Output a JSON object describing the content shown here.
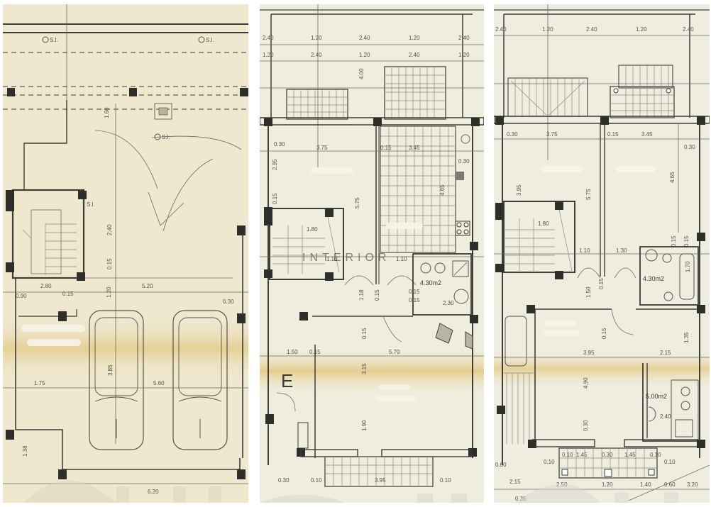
{
  "figure": {
    "type": "architectural floor plans",
    "panels": [
      {
        "id": "ground-floor",
        "description": "Ground floor / parking with staircase and two car spaces",
        "background": "#efe8cf",
        "symbols": {
          "si_1": "S.I.",
          "si_2": "S.I.",
          "si_3": "S.I.",
          "si_4": "S.I."
        },
        "dimensions": {
          "d_160": "1.60",
          "d_240": "2.40",
          "d_215": "0.15",
          "d_120": "1.20",
          "d_520": "5.20",
          "d_280": "2.80",
          "d_090": "0.90",
          "d_015": "0.15",
          "d_030": "0.30",
          "d_175": "1.75",
          "d_560": "5.60",
          "d_385": "3.85",
          "d_138": "1.38",
          "d_620": "6.20"
        }
      },
      {
        "id": "first-floor",
        "description": "First floor plan with kitchen, living room, WC and balconies",
        "background": "#efeddd",
        "dimensions": {
          "top_row1": [
            "2.40",
            "1.20",
            "2.40",
            "1.20",
            "2.40"
          ],
          "top_row2": [
            "1.20",
            "2.40",
            "1.20",
            "2.40",
            "1.20"
          ],
          "d_400": "4.00",
          "d_030a": "0.30",
          "d_375": "3.75",
          "d_015a": "0.15",
          "d_345": "3.45",
          "d_030b": "0.30",
          "d_295": "2.95",
          "d_465": "4.65",
          "d_015b": "0.15",
          "d_575": "5.75",
          "d_180": "1.80",
          "d_110": "1.10",
          "d_110b": "1.10",
          "d_015c": "0.15",
          "d_118": "1.18",
          "d_015d": "0.15",
          "d_015e": "0.15",
          "d_230": "2.30",
          "d_015f": "0.15",
          "d_150": "1.50",
          "d_015g": "0.15",
          "d_570": "5.70",
          "d_315": "3.15",
          "d_190": "1.90",
          "d_030c": "0.30",
          "d_010a": "0.10",
          "d_395": "3.95",
          "d_010b": "0.10"
        },
        "areas": {
          "wc": "4.30m2"
        },
        "marker": "E",
        "watermark": "INTERIOR"
      },
      {
        "id": "second-floor",
        "description": "Second floor plan with bedrooms, bathrooms and balconies",
        "background": "#efede0",
        "dimensions": {
          "top_row1": [
            "2.40",
            "1.20",
            "2.40",
            "1.20",
            "2.40"
          ],
          "d_030a": "0.30",
          "d_375": "3.75",
          "d_015a": "0.15",
          "d_345": "3.45",
          "d_030b": "0.30",
          "d_395_left": "3.95",
          "d_575": "5.75",
          "d_465": "4.65",
          "d_180": "1.80",
          "d_110": "1.10",
          "d_130": "1.30",
          "d_015b": "0.15",
          "d_015c": "0.15",
          "d_170": "1.70",
          "d_150": "1.50",
          "d_015d": "0.15",
          "d_395": "3.95",
          "d_215": "2.15",
          "d_490": "4.90",
          "d_135": "1.35",
          "d_030c": "0.30",
          "d_240": "2.40",
          "d_010a": "0.10",
          "d_145a": "1.45",
          "d_030d": "0.30",
          "d_145b": "1.45",
          "d_010b": "0.10",
          "d_010c": "0.10",
          "d_010d": "0.10",
          "bottom_row": [
            "2.50",
            "1.20",
            "1.40",
            "0.60",
            "3.20"
          ],
          "d_215b": "2.15",
          "d_060": "0.60",
          "d_035": "0.35"
        },
        "areas": {
          "wc1": "4.30m2",
          "wc2": "5.00m2"
        }
      }
    ]
  }
}
